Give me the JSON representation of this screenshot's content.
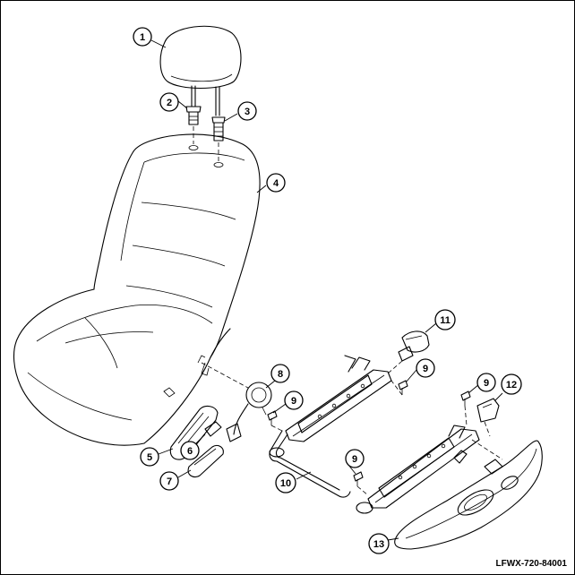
{
  "callouts": [
    {
      "id": "c1",
      "label": "1"
    },
    {
      "id": "c2",
      "label": "2"
    },
    {
      "id": "c3",
      "label": "3"
    },
    {
      "id": "c4",
      "label": "4"
    },
    {
      "id": "c5",
      "label": "5"
    },
    {
      "id": "c6",
      "label": "6"
    },
    {
      "id": "c7",
      "label": "7"
    },
    {
      "id": "c8",
      "label": "8"
    },
    {
      "id": "c9a",
      "label": "9"
    },
    {
      "id": "c9b",
      "label": "9"
    },
    {
      "id": "c9c",
      "label": "9"
    },
    {
      "id": "c9d",
      "label": "9"
    },
    {
      "id": "c10",
      "label": "10"
    },
    {
      "id": "c11",
      "label": "11"
    },
    {
      "id": "c12",
      "label": "12"
    },
    {
      "id": "c13",
      "label": "13"
    }
  ],
  "figure_code": "LFWX-720-84001"
}
